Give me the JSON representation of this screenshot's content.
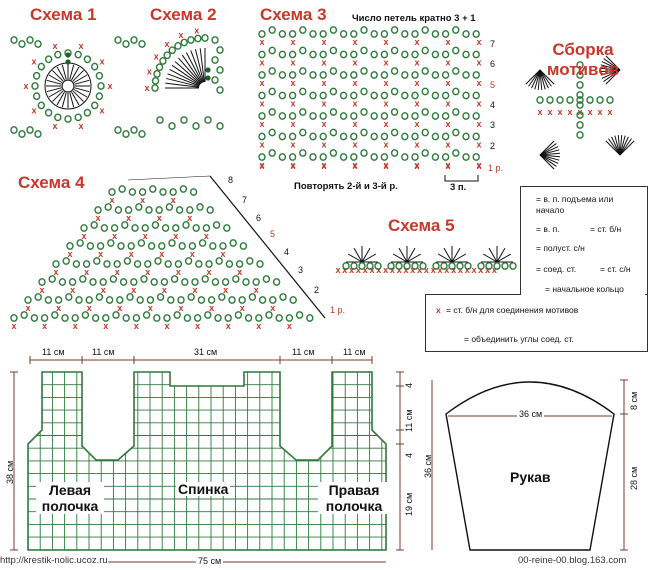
{
  "titles": {
    "s1": "Схема 1",
    "s2": "Схема 2",
    "s3": "Схема 3",
    "s4": "Схема 4",
    "s5": "Схема 5",
    "assembly": "Сборка мотивов"
  },
  "scheme3": {
    "note_top": "Число петель кратно 3 + 1",
    "note_bottom": "Повторять 2-й и 3-й р.",
    "repeat": "3 п.",
    "rows": [
      "7",
      "6",
      "5",
      "4",
      "3",
      "2",
      "1 р."
    ]
  },
  "scheme4": {
    "rows": [
      "8",
      "7",
      "6",
      "5",
      "4",
      "3",
      "2",
      "1 р."
    ]
  },
  "legend": {
    "chain_start": "= в. п. подъема или начало",
    "chain": "= в. п.",
    "sc": "= ст. б/н",
    "hdc": "= полуст. с/н",
    "slst": "= соед. ст.",
    "dc": "= ст. с/н",
    "ring": "= начальное кольцо",
    "join_sc": "= ст. б/н для соединения мотивов",
    "join_corners": "= объединить углы соед. ст.",
    "x_sym": "x"
  },
  "dimensions": {
    "top": [
      "11 см",
      "11 см",
      "31 см",
      "11 см",
      "11 см"
    ],
    "left_height": "38 см",
    "bottom_width": "75 см",
    "right": [
      "4",
      "11 см",
      "4",
      "19 см"
    ],
    "sleeve_height": "36 см",
    "sleeve_top": "36 см",
    "sleeve_right": [
      "8 см",
      "28 см"
    ]
  },
  "parts": {
    "left_front": "Левая полочка",
    "back": "Спинка",
    "right_front": "Правая полочка",
    "sleeve": "Рукав"
  },
  "footer": {
    "left": "http://krestik-nolic.ucoz.ru",
    "right": "00-reine-00.blog.163.com"
  },
  "colors": {
    "title": "#c8382a",
    "chain": "#2d7a3a",
    "grid": "#2d7a3a",
    "cross": "#c8382a",
    "dimension": "#7a3a2a"
  }
}
